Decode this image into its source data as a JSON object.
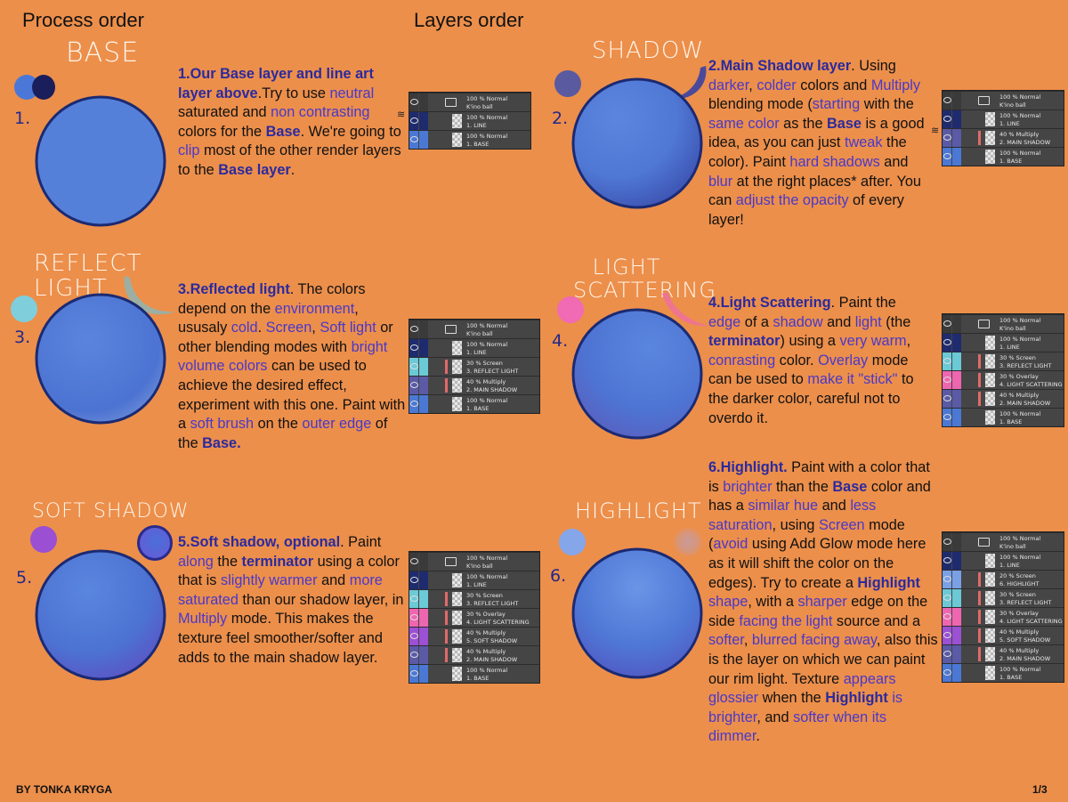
{
  "headers": {
    "process_order": "Process order",
    "layers_order": "Layers order"
  },
  "footer": {
    "author": "BY TONKA KRYGA",
    "page": "1/3"
  },
  "colors": {
    "background": "#EC8F4B",
    "base": "#5580DA",
    "base_dark": "#1c2b6e",
    "shadow": "#5b5aa6",
    "reflect": "#7fd0dc",
    "scatter": "#f06bb3",
    "soft_shadow": "#9c50d4",
    "highlight": "#8aa8ec",
    "text_highlight": "#2b2a9e",
    "text_accent": "#4a38c8"
  },
  "steps": [
    {
      "title": "BASE",
      "number": "1.",
      "swatches": [
        "#4b78d8",
        "#1a1e5a"
      ],
      "description": [
        {
          "t": "1.",
          "c": "h"
        },
        {
          "t": "Our Base layer and line art layer above",
          "c": "h"
        },
        {
          "t": ".Try to use ",
          "c": ""
        },
        {
          "t": "neutral",
          "c": "a"
        },
        {
          "t": " saturated and ",
          "c": ""
        },
        {
          "t": "non contrasting",
          "c": "a"
        },
        {
          "t": " colors for the ",
          "c": ""
        },
        {
          "t": "Base",
          "c": "n"
        },
        {
          "t": ". We're going to ",
          "c": ""
        },
        {
          "t": "clip",
          "c": "a"
        },
        {
          "t": " most of the other render layers to the ",
          "c": ""
        },
        {
          "t": "Base layer",
          "c": "n"
        },
        {
          "t": ".",
          "c": ""
        }
      ],
      "layers": [
        {
          "l1": "100 % Normal",
          "l2": "K'ino ball",
          "folder": true,
          "c1": "#3a3a3a",
          "c2": "#3a3a3a"
        },
        {
          "l1": "100 % Normal",
          "l2": "1. LINE",
          "c1": "#1f2b6f",
          "c2": "#1f2b6f"
        },
        {
          "l1": "100 % Normal",
          "l2": "1. BASE",
          "c1": "#4a78d4",
          "c2": "#4a78d4"
        }
      ]
    },
    {
      "title": "SHADOW",
      "number": "2.",
      "swatches": [
        "#5a5aa0"
      ],
      "description": [
        {
          "t": "2.",
          "c": "h"
        },
        {
          "t": "Main Shadow layer",
          "c": "h"
        },
        {
          "t": ". Using ",
          "c": ""
        },
        {
          "t": "darker",
          "c": "a"
        },
        {
          "t": ", ",
          "c": ""
        },
        {
          "t": "colder",
          "c": "a"
        },
        {
          "t": " colors and ",
          "c": ""
        },
        {
          "t": "Multiply",
          "c": "a"
        },
        {
          "t": " blending mode (",
          "c": ""
        },
        {
          "t": "starting",
          "c": "a"
        },
        {
          "t": " with the ",
          "c": ""
        },
        {
          "t": "same color",
          "c": "a"
        },
        {
          "t": " as the ",
          "c": ""
        },
        {
          "t": "Base",
          "c": "n"
        },
        {
          "t": " is a good idea, as you can just ",
          "c": ""
        },
        {
          "t": "tweak",
          "c": "a"
        },
        {
          "t": " the color). Paint ",
          "c": ""
        },
        {
          "t": "hard shadows",
          "c": "a"
        },
        {
          "t": " and ",
          "c": ""
        },
        {
          "t": "blur",
          "c": "a"
        },
        {
          "t": " at the right places* after. You can ",
          "c": ""
        },
        {
          "t": "adjust the opacity",
          "c": "a"
        },
        {
          "t": " of every layer!",
          "c": ""
        }
      ],
      "layers": [
        {
          "l1": "100 % Normal",
          "l2": "K'ino ball",
          "folder": true,
          "c1": "#3a3a3a",
          "c2": "#3a3a3a"
        },
        {
          "l1": "100 % Normal",
          "l2": "1. LINE",
          "c1": "#1f2b6f",
          "c2": "#1f2b6f"
        },
        {
          "l1": "40 % Multiply",
          "l2": "2. MAIN SHADOW",
          "clip": true,
          "c1": "#5a5aa6",
          "c2": "#5a5aa6"
        },
        {
          "l1": "100 % Normal",
          "l2": "1. BASE",
          "c1": "#4a78d4",
          "c2": "#4a78d4"
        }
      ]
    },
    {
      "title": "REFLECT LIGHT",
      "number": "3.",
      "swatches": [
        "#7fcedc"
      ],
      "description": [
        {
          "t": "3.",
          "c": "h"
        },
        {
          "t": "Reflected light",
          "c": "h"
        },
        {
          "t": ". The colors depend on the ",
          "c": ""
        },
        {
          "t": "environment",
          "c": "a"
        },
        {
          "t": ", ususaly ",
          "c": ""
        },
        {
          "t": "cold",
          "c": "a"
        },
        {
          "t": ". ",
          "c": ""
        },
        {
          "t": "Screen",
          "c": "a"
        },
        {
          "t": ", ",
          "c": ""
        },
        {
          "t": "Soft light",
          "c": "a"
        },
        {
          "t": " or other blending modes with ",
          "c": ""
        },
        {
          "t": "bright volume colors",
          "c": "a"
        },
        {
          "t": " can be used to achieve the desired effect, experiment with this one. Paint with a ",
          "c": ""
        },
        {
          "t": "soft brush",
          "c": "a"
        },
        {
          "t": " on the ",
          "c": ""
        },
        {
          "t": "outer edge",
          "c": "a"
        },
        {
          "t": " of the ",
          "c": ""
        },
        {
          "t": "Base.",
          "c": "n"
        }
      ],
      "layers": [
        {
          "l1": "100 % Normal",
          "l2": "K'ino ball",
          "folder": true,
          "c1": "#3a3a3a",
          "c2": "#3a3a3a"
        },
        {
          "l1": "100 % Normal",
          "l2": "1. LINE",
          "c1": "#1f2b6f",
          "c2": "#1f2b6f"
        },
        {
          "l1": "30 % Screen",
          "l2": "3. REFLECT LIGHT",
          "clip": true,
          "c1": "#6cc9d6",
          "c2": "#6cc9d6"
        },
        {
          "l1": "40 % Multiply",
          "l2": "2. MAIN SHADOW",
          "clip": true,
          "c1": "#5a5aa6",
          "c2": "#5a5aa6"
        },
        {
          "l1": "100 % Normal",
          "l2": "1. BASE",
          "c1": "#4a78d4",
          "c2": "#4a78d4"
        }
      ]
    },
    {
      "title": "LIGHT SCATTERING",
      "number": "4.",
      "swatches": [
        "#f06ab4"
      ],
      "description": [
        {
          "t": "4.",
          "c": "h"
        },
        {
          "t": "Light Scattering",
          "c": "h"
        },
        {
          "t": ". Paint the ",
          "c": ""
        },
        {
          "t": "edge",
          "c": "a"
        },
        {
          "t": " of a ",
          "c": ""
        },
        {
          "t": "shadow",
          "c": "a"
        },
        {
          "t": " and ",
          "c": ""
        },
        {
          "t": "light",
          "c": "a"
        },
        {
          "t": " (the ",
          "c": ""
        },
        {
          "t": "terminator",
          "c": "n"
        },
        {
          "t": ") using a ",
          "c": ""
        },
        {
          "t": "very warm",
          "c": "a"
        },
        {
          "t": ", ",
          "c": ""
        },
        {
          "t": "conrasting",
          "c": "a"
        },
        {
          "t": " color. ",
          "c": ""
        },
        {
          "t": "Overlay",
          "c": "a"
        },
        {
          "t": " mode can be used to ",
          "c": ""
        },
        {
          "t": "make it \"stick\"",
          "c": "a"
        },
        {
          "t": " to the darker color, careful not to overdo it.",
          "c": ""
        }
      ],
      "layers": [
        {
          "l1": "100 % Normal",
          "l2": "K'ino ball",
          "folder": true,
          "c1": "#3a3a3a",
          "c2": "#3a3a3a"
        },
        {
          "l1": "100 % Normal",
          "l2": "1. LINE",
          "c1": "#1f2b6f",
          "c2": "#1f2b6f"
        },
        {
          "l1": "30 % Screen",
          "l2": "3. REFLECT LIGHT",
          "clip": true,
          "c1": "#6cc9d6",
          "c2": "#6cc9d6"
        },
        {
          "l1": "30 % Overlay",
          "l2": "4. LIGHT SCATTERING",
          "clip": true,
          "c1": "#ee66b0",
          "c2": "#ee66b0"
        },
        {
          "l1": "40 % Multiply",
          "l2": "2. MAIN SHADOW",
          "clip": true,
          "c1": "#5a5aa6",
          "c2": "#5a5aa6"
        },
        {
          "l1": "100 % Normal",
          "l2": "1. BASE",
          "c1": "#4a78d4",
          "c2": "#4a78d4"
        }
      ]
    },
    {
      "title": "SOFT SHADOW",
      "number": "5.",
      "swatches": [
        "#9b4fd3",
        "#5a5bd8"
      ],
      "description": [
        {
          "t": "5.",
          "c": "h"
        },
        {
          "t": "Soft shadow, optional",
          "c": "h"
        },
        {
          "t": ". Paint ",
          "c": ""
        },
        {
          "t": "along",
          "c": "a"
        },
        {
          "t": " the ",
          "c": ""
        },
        {
          "t": "terminator",
          "c": "n"
        },
        {
          "t": " using a color that is ",
          "c": ""
        },
        {
          "t": "slightly warmer",
          "c": "a"
        },
        {
          "t": " and ",
          "c": ""
        },
        {
          "t": "more saturated",
          "c": "a"
        },
        {
          "t": " than our shadow layer, in ",
          "c": ""
        },
        {
          "t": "Multiply",
          "c": "a"
        },
        {
          "t": " mode. This makes the texture feel smoother/softer and adds to the main shadow layer.",
          "c": ""
        }
      ],
      "layers": [
        {
          "l1": "100 % Normal",
          "l2": "K'ino ball",
          "folder": true,
          "c1": "#3a3a3a",
          "c2": "#3a3a3a"
        },
        {
          "l1": "100 % Normal",
          "l2": "1. LINE",
          "c1": "#1f2b6f",
          "c2": "#1f2b6f"
        },
        {
          "l1": "30 % Screen",
          "l2": "3. REFLECT LIGHT",
          "clip": true,
          "c1": "#6cc9d6",
          "c2": "#6cc9d6"
        },
        {
          "l1": "30 % Overlay",
          "l2": "4. LIGHT SCATTERING",
          "clip": true,
          "c1": "#ee66b0",
          "c2": "#ee66b0"
        },
        {
          "l1": "40 % Multiply",
          "l2": "5. SOFT SHADOW",
          "clip": true,
          "c1": "#9c50d4",
          "c2": "#9c50d4"
        },
        {
          "l1": "40 % Multiply",
          "l2": "2. MAIN SHADOW",
          "clip": true,
          "c1": "#5a5aa6",
          "c2": "#5a5aa6"
        },
        {
          "l1": "100 % Normal",
          "l2": "1. BASE",
          "c1": "#4a78d4",
          "c2": "#4a78d4"
        }
      ]
    },
    {
      "title": "HIGHLIGHT",
      "number": "6.",
      "swatches": [
        "#86a6ea"
      ],
      "description": [
        {
          "t": "6.",
          "c": "h"
        },
        {
          "t": "Highlight.",
          "c": "h"
        },
        {
          "t": " Paint with a color that is ",
          "c": ""
        },
        {
          "t": "brighter",
          "c": "a"
        },
        {
          "t": " than the ",
          "c": ""
        },
        {
          "t": "Base",
          "c": "n"
        },
        {
          "t": " color and has a ",
          "c": ""
        },
        {
          "t": "similar hue",
          "c": "a"
        },
        {
          "t": " and ",
          "c": ""
        },
        {
          "t": "less saturation",
          "c": "a"
        },
        {
          "t": ", using ",
          "c": ""
        },
        {
          "t": "Screen",
          "c": "a"
        },
        {
          "t": " mode (",
          "c": ""
        },
        {
          "t": "avoid",
          "c": "a"
        },
        {
          "t": " using Add Glow mode here as it will shift the color on the edges). Try to create a ",
          "c": ""
        },
        {
          "t": "Highlight",
          "c": "n"
        },
        {
          "t": " ",
          "c": ""
        },
        {
          "t": "shape",
          "c": "a"
        },
        {
          "t": ", with a ",
          "c": ""
        },
        {
          "t": "sharper",
          "c": "a"
        },
        {
          "t": " edge on the side ",
          "c": ""
        },
        {
          "t": "facing the light",
          "c": "a"
        },
        {
          "t": " source and a ",
          "c": ""
        },
        {
          "t": "softer",
          "c": "a"
        },
        {
          "t": ", ",
          "c": ""
        },
        {
          "t": "blurred facing away",
          "c": "a"
        },
        {
          "t": ", also this is the layer on which we can paint our rim light. Texture ",
          "c": ""
        },
        {
          "t": "appears glossier",
          "c": "a"
        },
        {
          "t": " when the ",
          "c": ""
        },
        {
          "t": "Highlight",
          "c": "n"
        },
        {
          "t": " ",
          "c": ""
        },
        {
          "t": "is brighter",
          "c": "a"
        },
        {
          "t": ", and ",
          "c": ""
        },
        {
          "t": "softer when its dimmer",
          "c": "a"
        },
        {
          "t": ".",
          "c": ""
        }
      ],
      "layers": [
        {
          "l1": "100 % Normal",
          "l2": "K'ino ball",
          "folder": true,
          "c1": "#3a3a3a",
          "c2": "#3a3a3a"
        },
        {
          "l1": "100 % Normal",
          "l2": "1. LINE",
          "c1": "#1f2b6f",
          "c2": "#1f2b6f"
        },
        {
          "l1": "20 % Screen",
          "l2": "6. HIGHLIGHT",
          "clip": true,
          "c1": "#7aa0e6",
          "c2": "#7aa0e6"
        },
        {
          "l1": "30 % Screen",
          "l2": "3. REFLECT LIGHT",
          "clip": true,
          "c1": "#6cc9d6",
          "c2": "#6cc9d6"
        },
        {
          "l1": "30 % Overlay",
          "l2": "4. LIGHT SCATTERING",
          "clip": true,
          "c1": "#ee66b0",
          "c2": "#ee66b0"
        },
        {
          "l1": "40 % Multiply",
          "l2": "5. SOFT SHADOW",
          "clip": true,
          "c1": "#9c50d4",
          "c2": "#9c50d4"
        },
        {
          "l1": "40 % Multiply",
          "l2": "2. MAIN SHADOW",
          "clip": true,
          "c1": "#5a5aa6",
          "c2": "#5a5aa6"
        },
        {
          "l1": "100 % Normal",
          "l2": "1. BASE",
          "c1": "#4a78d4",
          "c2": "#4a78d4"
        }
      ]
    }
  ]
}
